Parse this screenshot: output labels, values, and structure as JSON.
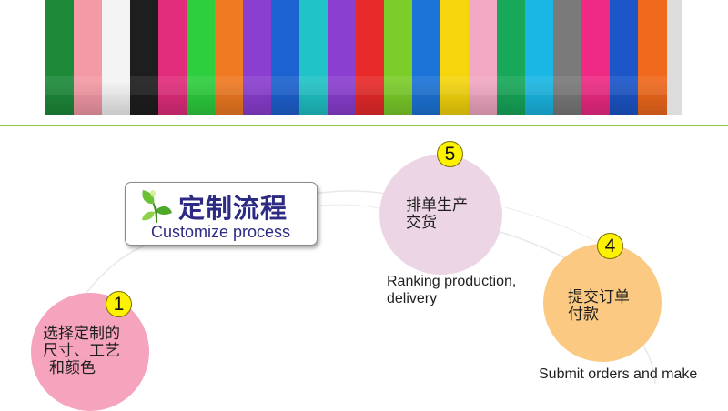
{
  "photo": {
    "band_colors": [
      "#1d8a3a",
      "#f49aa6",
      "#f4f4f4",
      "#1e1e1e",
      "#e22d7c",
      "#2dcf3e",
      "#f07a22",
      "#8a3fd1",
      "#1c62d0",
      "#20c3c7",
      "#8a3fd1",
      "#e82a2a",
      "#7ccd2a",
      "#1c74d8",
      "#f5d50c",
      "#f3a8c4",
      "#17a85a",
      "#1ab7e4",
      "#7a7a7a",
      "#ee2a84",
      "#1c56c9",
      "#f0691c"
    ]
  },
  "process": {
    "title_cn": "定制流程",
    "title_en": "Customize process"
  },
  "steps": [
    {
      "number": "1",
      "text_cn": [
        "选择定制的",
        "尺寸、工艺",
        "和颜色"
      ]
    },
    {
      "number": "5",
      "text_cn": [
        "排单生产",
        "交货"
      ],
      "caption": [
        "Ranking production,",
        "delivery"
      ]
    },
    {
      "number": "4",
      "text_cn": [
        "提交订单",
        "付款"
      ],
      "caption": [
        "Submit orders and make"
      ]
    }
  ],
  "colors": {
    "divider": "#92c83e",
    "title": "#2d2a83",
    "badge": "#fff200",
    "step1_circle": "#f6a3bd",
    "step5_circle": "#ecd6e5",
    "step4_circle": "#fbc981"
  }
}
